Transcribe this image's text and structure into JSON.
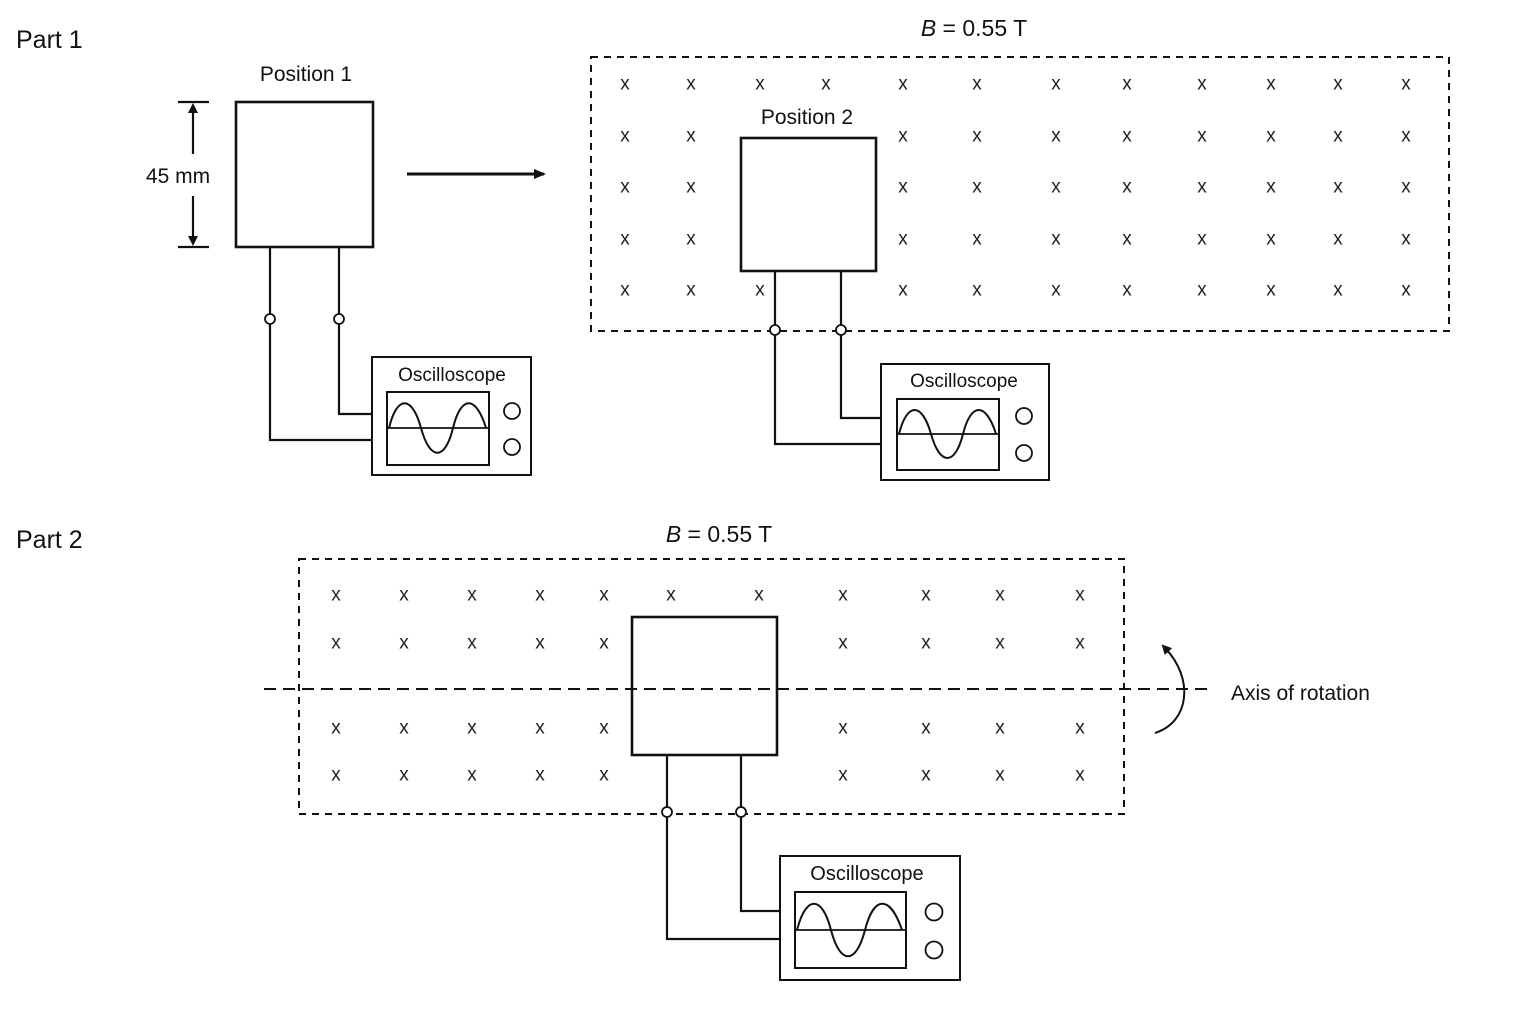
{
  "part1": {
    "heading": "Part 1",
    "position1_label": "Position 1",
    "position2_label": "Position 2",
    "dimension_label": "45 mm",
    "field_symbol": "B",
    "field_value": " = 0.55 T",
    "oscilloscope_label": "Oscilloscope"
  },
  "part2": {
    "heading": "Part 2",
    "field_symbol": "B",
    "field_value": " = 0.55 T",
    "axis_label": "Axis of rotation",
    "oscilloscope_label": "Oscilloscope"
  },
  "field_mark": "x"
}
